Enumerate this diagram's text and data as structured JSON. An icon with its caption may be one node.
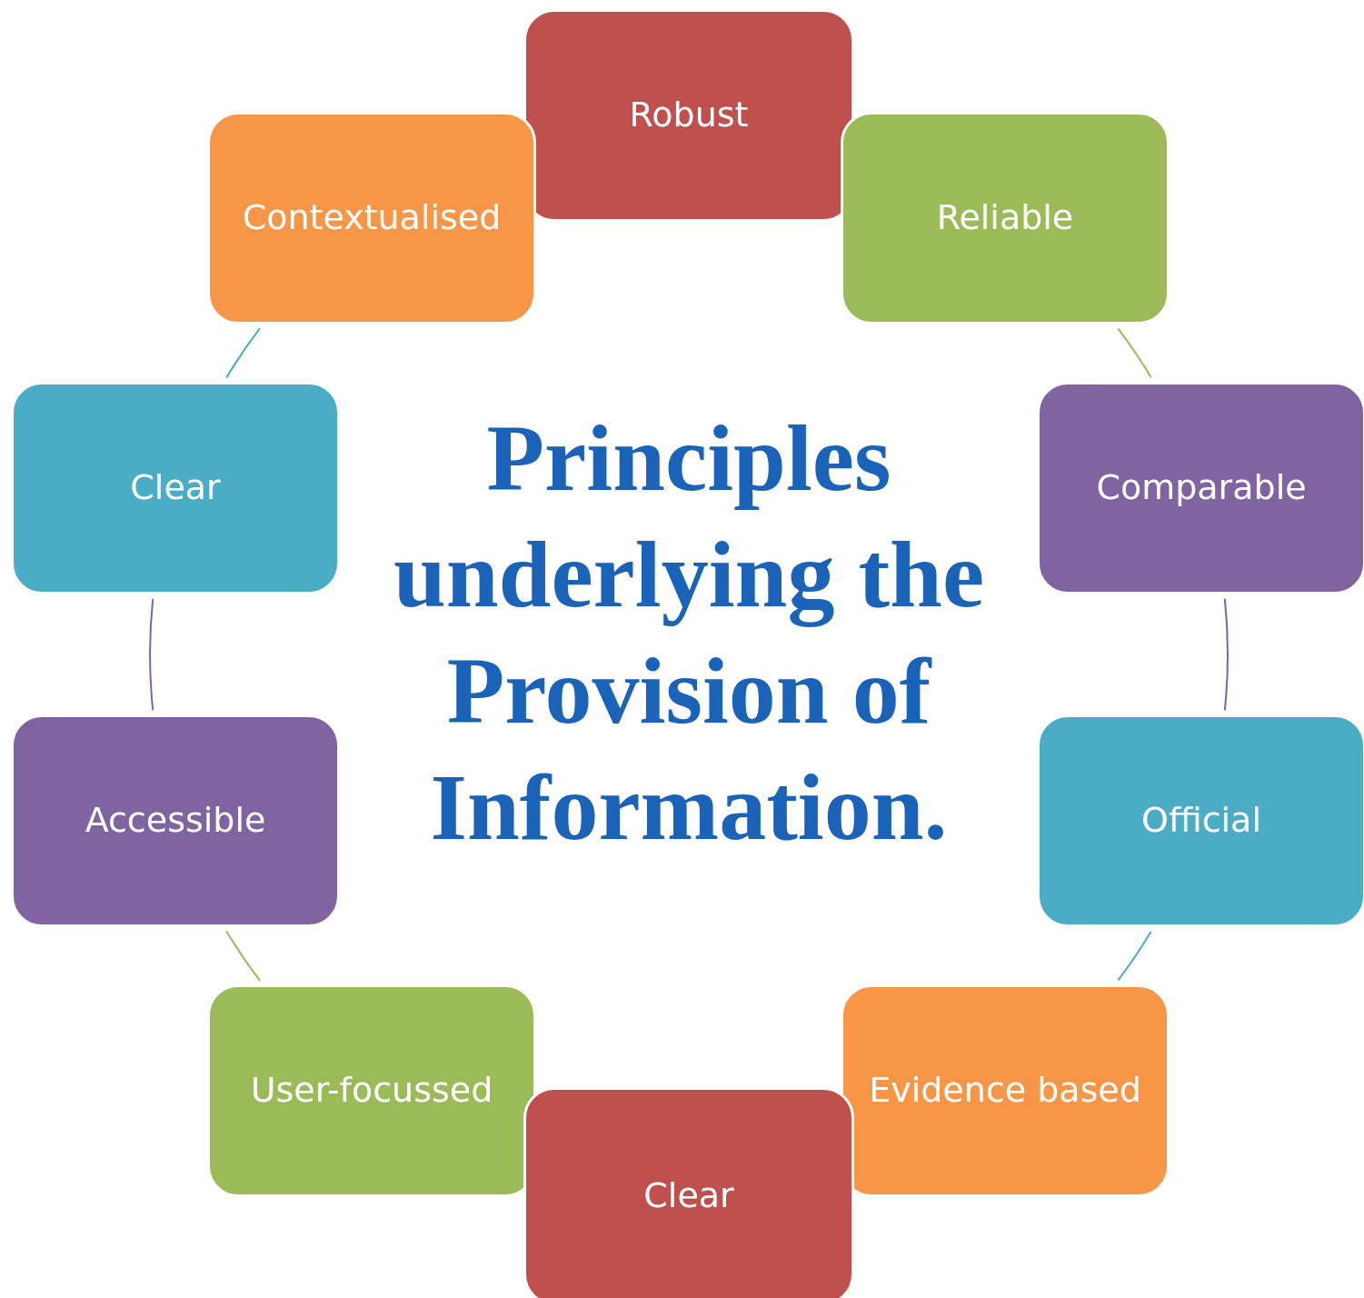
{
  "diagram": {
    "title": "Principles underlying the Provision of Information.",
    "nodes": [
      {
        "text": [
          "Robust"
        ]
      },
      {
        "text": [
          "Reliable"
        ]
      },
      {
        "text": [
          "Comparable"
        ]
      },
      {
        "text": [
          "Official"
        ]
      },
      {
        "text": [
          "Evidence based"
        ]
      },
      {
        "text": [
          "Clear"
        ]
      },
      {
        "text": [
          "User-focussed"
        ]
      },
      {
        "text": [
          "Accessible"
        ]
      },
      {
        "text": [
          "Clear"
        ]
      },
      {
        "text": [
          "Contextualised"
        ]
      }
    ],
    "edges": [
      {
        "from": 1,
        "to": 2,
        "arrow": "none",
        "color": "#9bbb59"
      },
      {
        "from": 2,
        "to": 3,
        "arrow": "none",
        "color": "#8064a2"
      },
      {
        "from": 3,
        "to": 4,
        "arrow": "none",
        "color": "#4bacc6"
      },
      {
        "from": 6,
        "to": 7,
        "arrow": "none",
        "color": "#9bbb59"
      },
      {
        "from": 7,
        "to": 8,
        "arrow": "none",
        "color": "#8064a2"
      },
      {
        "from": 8,
        "to": 9,
        "arrow": "none",
        "color": "#4bacc6"
      }
    ]
  }
}
